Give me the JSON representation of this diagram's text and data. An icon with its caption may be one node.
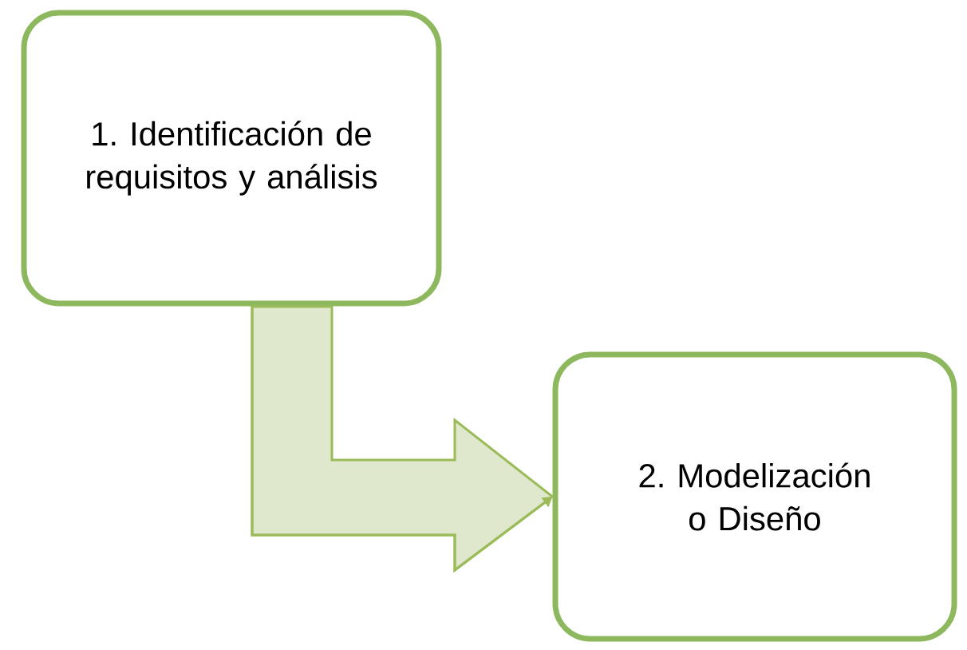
{
  "diagram": {
    "nodes": [
      {
        "text": [
          "1. Identificación de requisitos y análisis"
        ]
      },
      {
        "text": [
          "2. Modelización o Diseño"
        ]
      }
    ],
    "edges": [
      {
        "from": 0,
        "to": 1,
        "arrow": "to"
      }
    ]
  }
}
